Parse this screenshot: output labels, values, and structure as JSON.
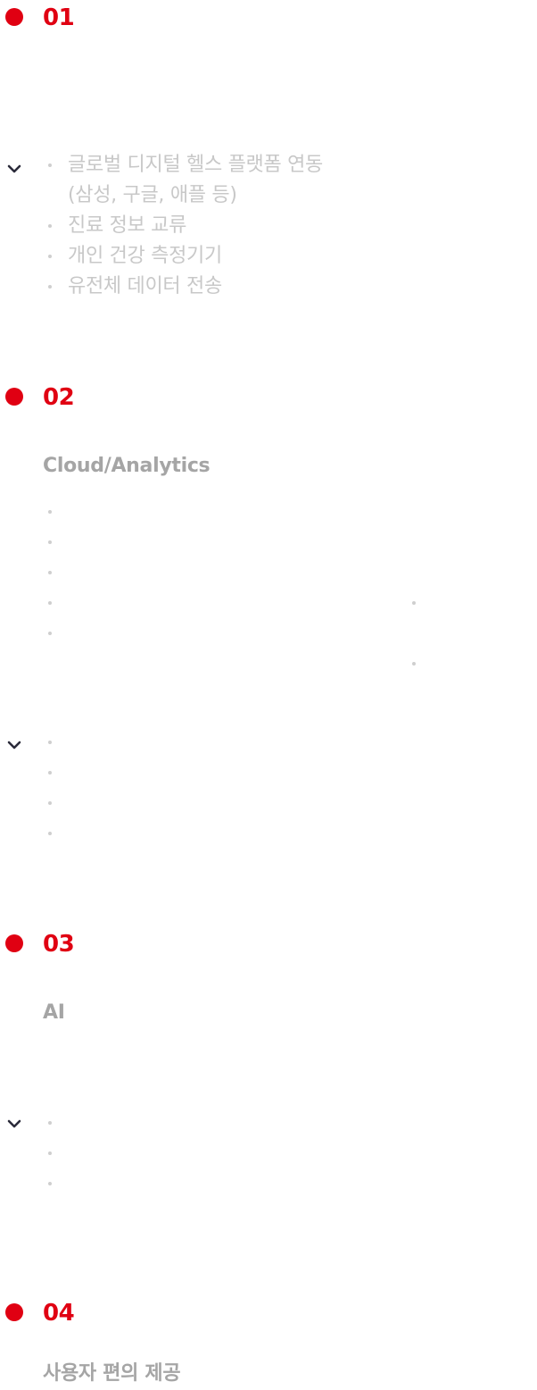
{
  "sections": [
    {
      "number": "01",
      "title": "",
      "items": [
        "글로벌 디지털 헬스 플랫폼 연동",
        "(삼성, 구글, 애플 등)",
        "진료 정보 교류",
        "개인 건강 측정기기",
        "유전체 데이터 전송"
      ]
    },
    {
      "number": "02",
      "title": "Cloud/Analytics",
      "items": [
        "",
        "",
        "",
        "",
        ""
      ],
      "right_items": [
        "",
        ""
      ],
      "expanded_items": [
        "",
        "",
        "",
        ""
      ]
    },
    {
      "number": "03",
      "title": "AI",
      "expanded_items": [
        "",
        "",
        ""
      ]
    },
    {
      "number": "04",
      "title": "사용자 편의 제공"
    }
  ],
  "colors": {
    "accent": "#e00012",
    "title_gray": "#a5a5a5",
    "text_light": "#c8c8c8",
    "chevron": "#2b2b3a"
  },
  "icons": {
    "marker": "red-dot-icon",
    "toggle": "chevron-down-icon"
  }
}
